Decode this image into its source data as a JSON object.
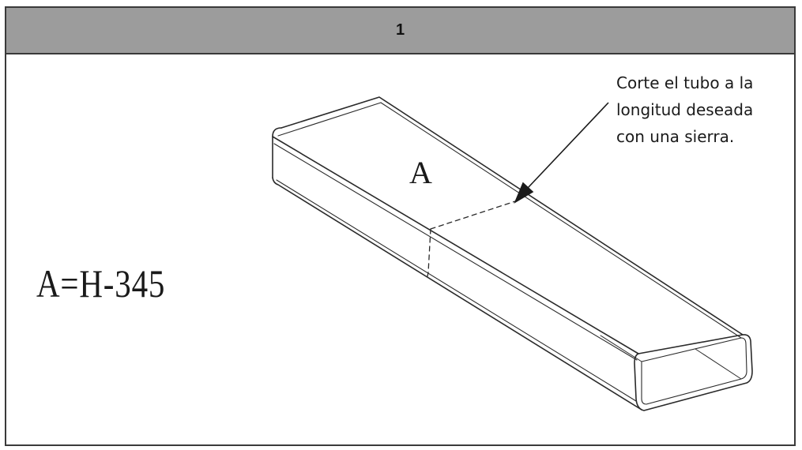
{
  "header": {
    "step_number": "1"
  },
  "diagram": {
    "section_label": "A",
    "formula": "A=H-345",
    "callout_lines": [
      "Corte el tubo a la",
      "longitud deseada",
      "con una sierra."
    ]
  },
  "colors": {
    "header_background": "#9c9c9c",
    "border": "#3a3a3a",
    "line_art": "#2a2a2a"
  }
}
